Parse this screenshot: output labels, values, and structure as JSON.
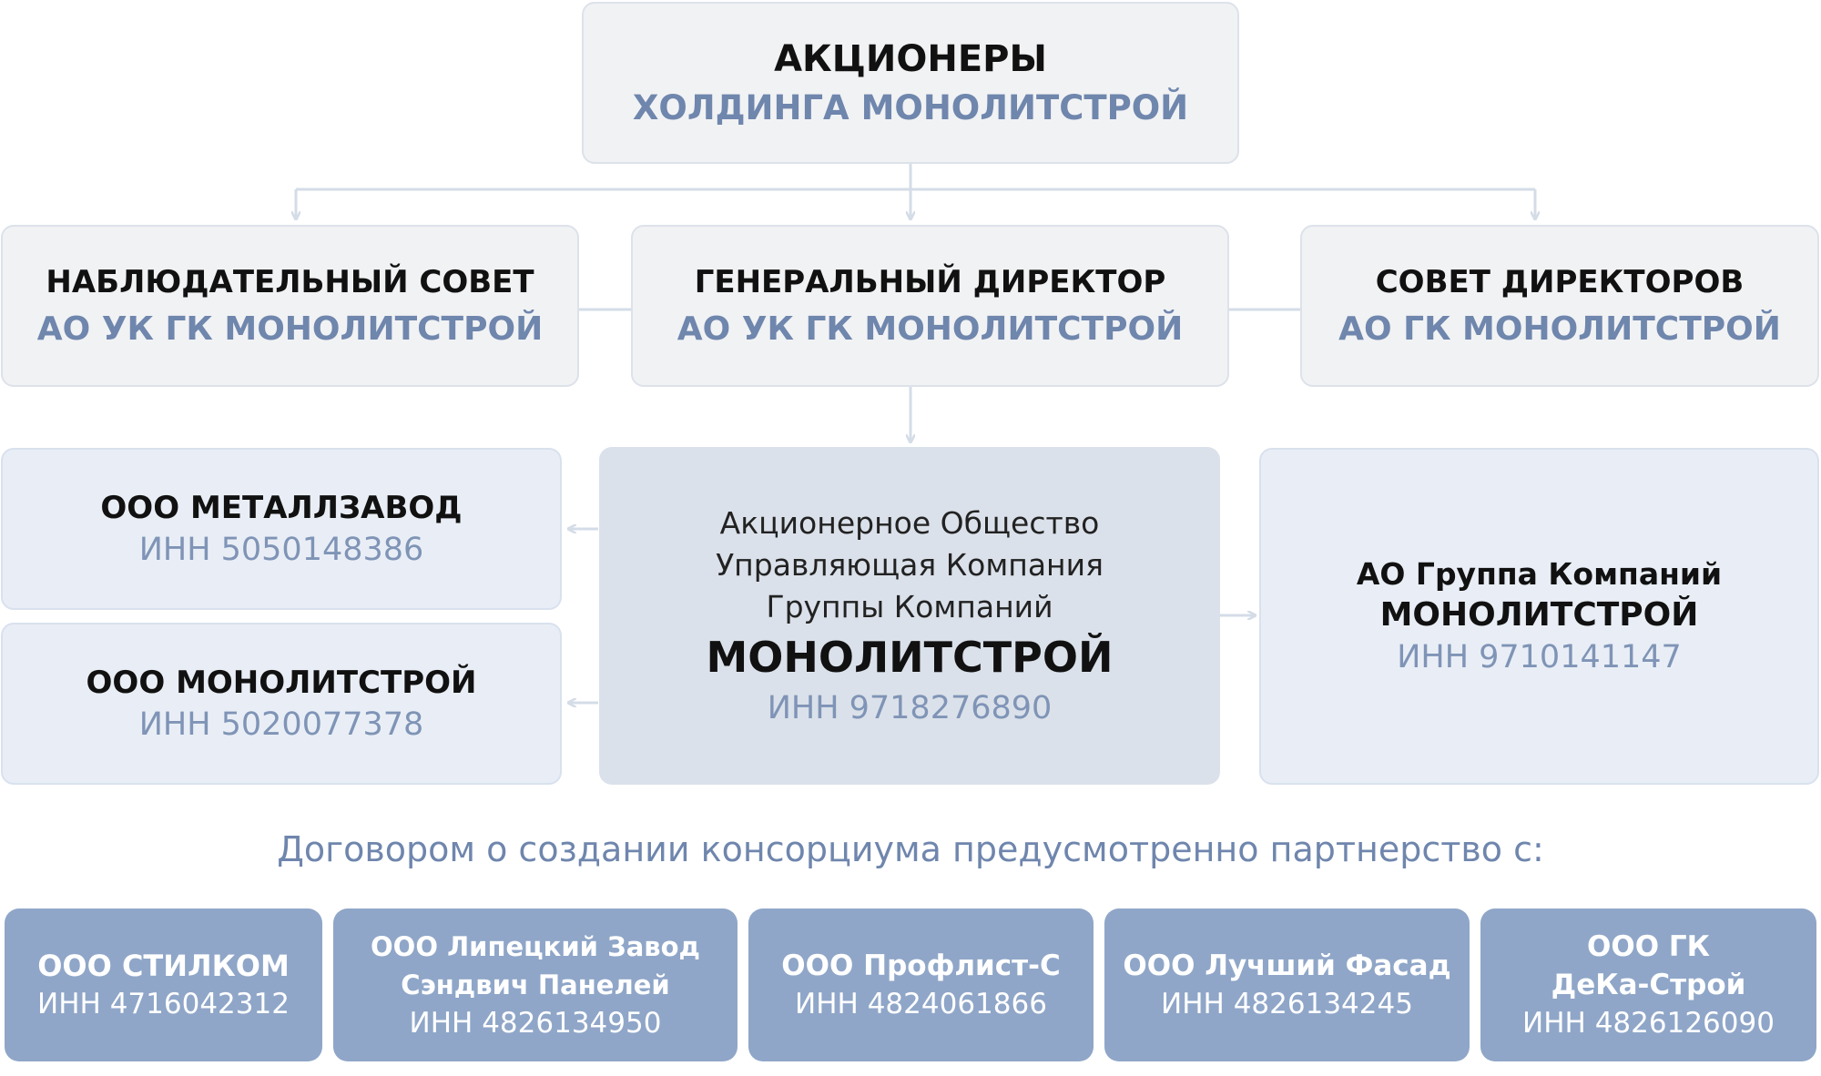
{
  "top": {
    "line1": "АКЦИОНЕРЫ",
    "line2": "ХОЛДИНГА МОНОЛИТСТРОЙ"
  },
  "governance": [
    {
      "line1": "НАБЛЮДАТЕЛЬНЫЙ СОВЕТ",
      "line2": "АО УК ГК МОНОЛИТСТРОЙ"
    },
    {
      "line1": "ГЕНЕРАЛЬНЫЙ ДИРЕКТОР",
      "line2": "АО УК ГК МОНОЛИТСТРОЙ"
    },
    {
      "line1": "СОВЕТ ДИРЕКТОРОВ",
      "line2": "АО ГК МОНОЛИТСТРОЙ"
    }
  ],
  "subsidiaries": [
    {
      "name": "ООО МЕТАЛЛЗАВОД",
      "inn": "ИНН 5050148386"
    },
    {
      "name": "ООО МОНОЛИТСТРОЙ",
      "inn": "ИНН 5020077378"
    }
  ],
  "center": {
    "line1": "Акционерное Общество",
    "line2": "Управляющая Компания",
    "line3": "Группы Компаний",
    "name": "МОНОЛИТСТРОЙ",
    "inn": "ИНН 9718276890"
  },
  "group": {
    "line1": "АО Группа Компаний",
    "line2": "МОНОЛИТСТРОЙ",
    "inn": "ИНН 9710141147"
  },
  "consortium_note": "Договором о создании консорциума предусмотренно партнерство с:",
  "partners": [
    {
      "lines": [
        "ООО СТИЛКОМ"
      ],
      "inn": "ИНН 4716042312"
    },
    {
      "lines": [
        "ООО Липецкий Завод",
        "Сэндвич Панелей"
      ],
      "inn": "ИНН 4826134950"
    },
    {
      "lines": [
        "ООО Профлист-С"
      ],
      "inn": "ИНН 4824061866"
    },
    {
      "lines": [
        "ООО Лучший Фасад"
      ],
      "inn": "ИНН 4826134245"
    },
    {
      "lines": [
        "ООО ГК",
        "ДеКа-Строй"
      ],
      "inn": "ИНН 4826126090"
    }
  ],
  "colors": {
    "accent": "#6f86ad",
    "partner_bg": "#8fa6c8",
    "center_bg": "#dbe1ea",
    "connector": "#d4dce7"
  }
}
